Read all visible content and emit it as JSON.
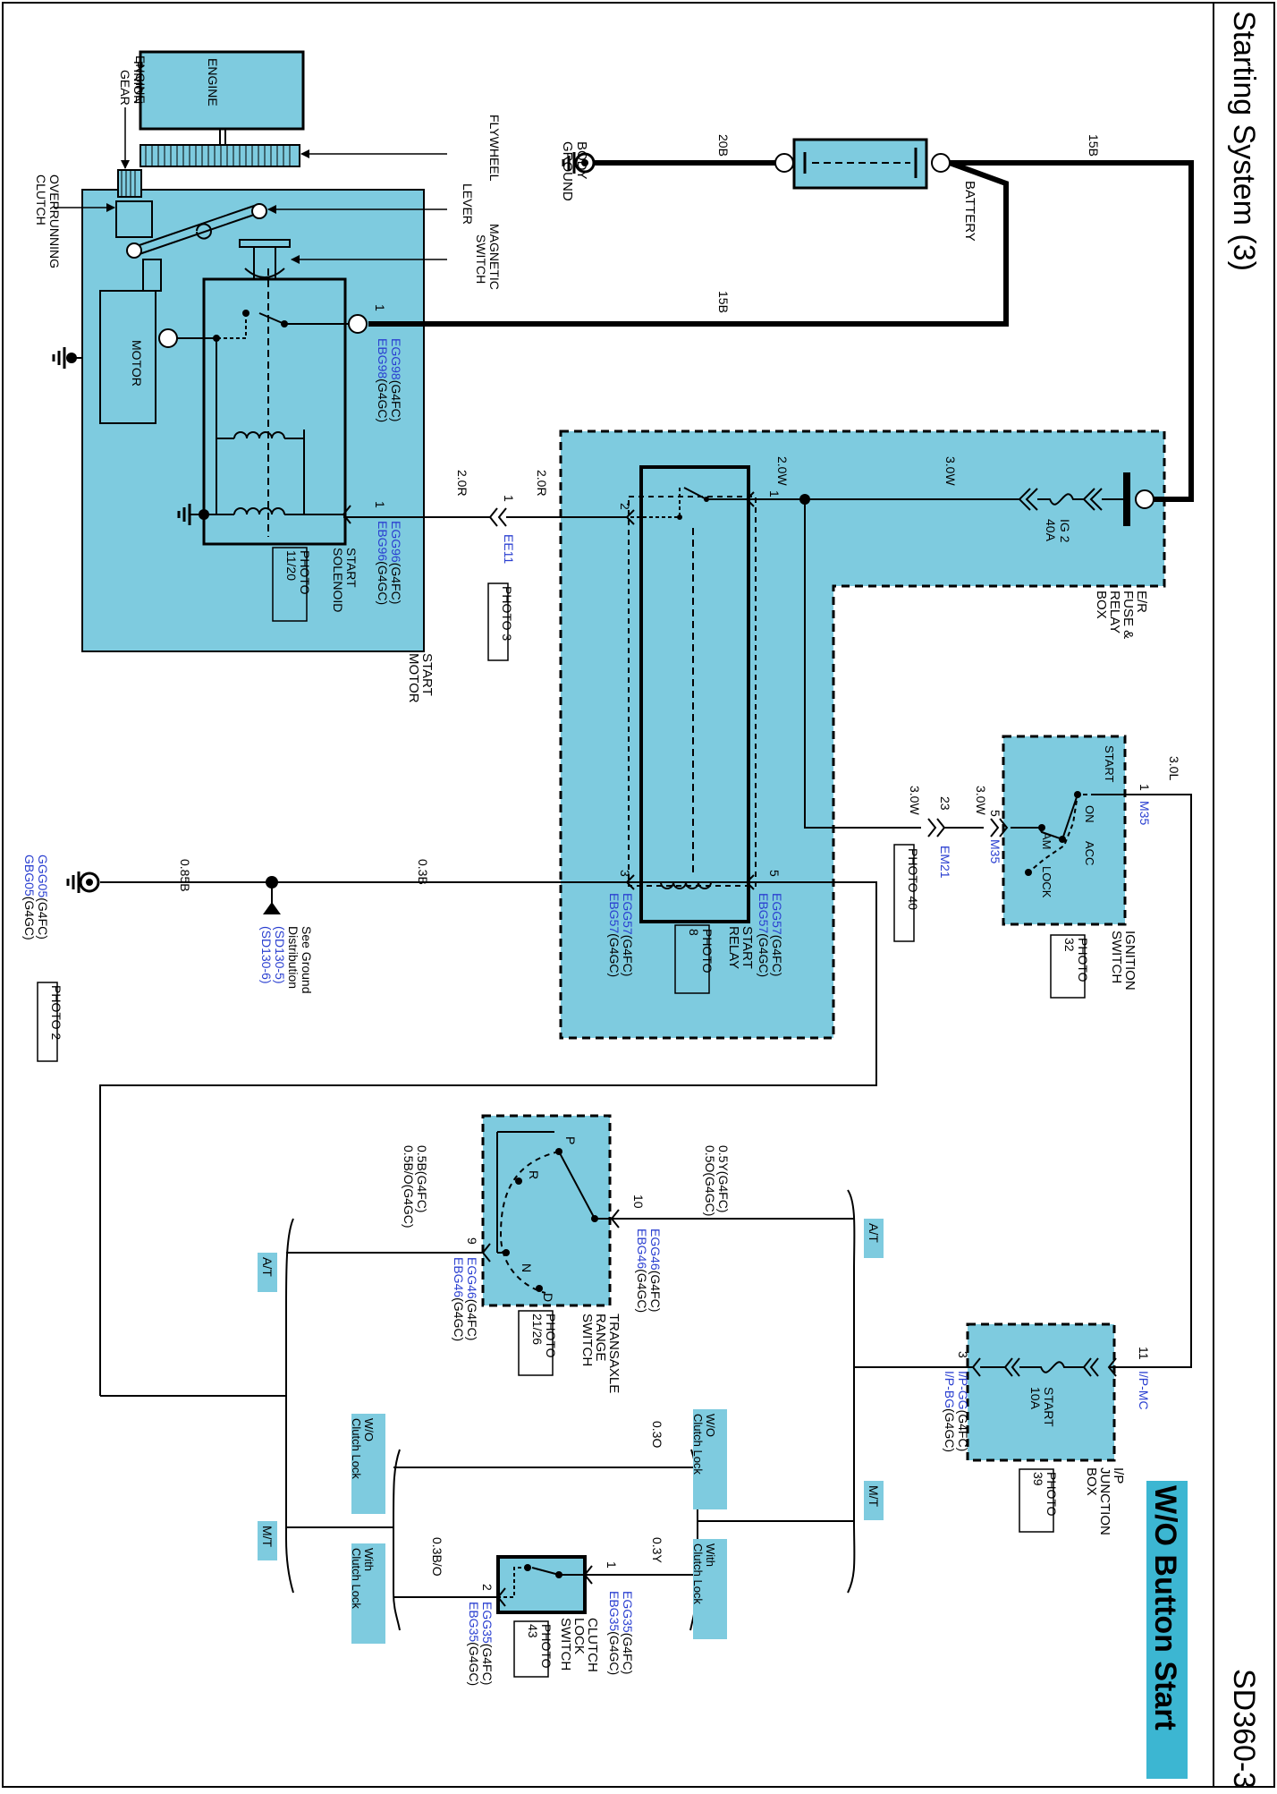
{
  "header": {
    "title": "Starting System (3)",
    "page_code": "SD360-3"
  },
  "variant_banner": "W/O Button Start",
  "colors": {
    "component_fill": "#7ecbdf",
    "banner_fill": "#3cb6d2",
    "code_blue": "#2a3fd0",
    "wire": "#000000"
  },
  "battery": {
    "label": "BATTERY",
    "ground_label_1": "BODY",
    "ground_label_2": "GROUND",
    "wire_to_ground": "20B",
    "wire_to_fuse": "15B",
    "wire_to_motor": "15B"
  },
  "fuse_relay_box": {
    "label_1": "E/R",
    "label_2": "FUSE &",
    "label_3": "RELAY",
    "label_4": "BOX",
    "fuse_name": "IG 2",
    "fuse_rating": "40A",
    "wire_fuse_to_relay": "3.0W",
    "wire_relay_to_switch": "2.0W"
  },
  "start_relay": {
    "label_1": "START",
    "label_2": "RELAY",
    "photo_1": "PHOTO",
    "photo_2": "8",
    "pin1": "1",
    "pin2": "2",
    "pin3": "3",
    "pin5": "5",
    "conn_top_1": "EGG57",
    "conn_top_1_suffix": "(G4FC)",
    "conn_top_2": "EBG57",
    "conn_top_2_suffix": "(G4GC)",
    "conn_bot_1": "EGG57",
    "conn_bot_1_suffix": "(G4FC)",
    "conn_bot_2": "EBG57",
    "conn_bot_2_suffix": "(G4GC)"
  },
  "ignition_switch": {
    "label_1": "IGNITION",
    "label_2": "SWITCH",
    "photo_1": "PHOTO",
    "photo_2": "32",
    "pos_start": "START",
    "pos_on": "ON",
    "pos_acc": "ACC",
    "pos_am": "AM",
    "pos_lock": "LOCK",
    "pin_top": "1",
    "pin_bot": "5",
    "conn_top": "M35",
    "conn_bot": "M35",
    "wire_top": "3.0L",
    "wire_bot": "3.0W"
  },
  "em21": {
    "pin": "23",
    "code": "EM21",
    "wire": "3.0W",
    "photo": "PHOTO 40"
  },
  "ee11": {
    "pin": "1",
    "code": "EE11",
    "wire_left": "2.0R",
    "wire_right": "2.0R",
    "photo": "PHOTO 3"
  },
  "start_motor": {
    "label_1": "START",
    "label_2": "MOTOR",
    "solenoid_1": "START",
    "solenoid_2": "SOLENOID",
    "photo_1": "PHOTO",
    "photo_2": "11/20",
    "motor_label": "MOTOR",
    "engine_label": "ENGINE",
    "pinion_1": "PINION",
    "pinion_2": "GEAR",
    "clutch_1": "OVERRUNNING",
    "clutch_2": "CLUTCH",
    "flywheel": "FLYWHEEL",
    "lever": "LEVER",
    "magnetic_1": "MAGNETIC",
    "magnetic_2": "SWITCH",
    "pin_b": "1",
    "pin_s": "1",
    "conn_b_1": "EGG98",
    "conn_b_1_suffix": "(G4FC)",
    "conn_b_2": "EBG98",
    "conn_b_2_suffix": "(G4GC)",
    "conn_s_1": "EGG96",
    "conn_s_1_suffix": "(G4FC)",
    "conn_s_2": "EBG96",
    "conn_s_2_suffix": "(G4GC)"
  },
  "ground": {
    "wire_1": "0.3B",
    "wire_2": "0.85B",
    "see_1": "See Ground",
    "see_2": "Distribution",
    "ref_1": "(SD130-5)",
    "ref_2": "(SD130-6)",
    "code_1": "GGG05",
    "code_1_suffix": "(G4FC)",
    "code_2": "GBG05",
    "code_2_suffix": "(G4GC)",
    "photo": "PHOTO 2"
  },
  "ip_junction_box": {
    "label_1": "I/P",
    "label_2": "JUNCTION",
    "label_3": "BOX",
    "photo_1": "PHOTO",
    "photo_2": "39",
    "fuse_name": "START",
    "fuse_rating": "10A",
    "pin_in": "11",
    "pin_out": "3",
    "conn_in": "I/P-MC",
    "conn_out_1": "I/P-GG",
    "conn_out_1_suffix": "(G4FC)",
    "conn_out_2": "I/P-BG",
    "conn_out_2_suffix": "(G4GC)"
  },
  "transaxle_switch": {
    "label_1": "TRANSAXLE",
    "label_2": "RANGE",
    "label_3": "SWITCH",
    "photo_1": "PHOTO",
    "photo_2": "21/26",
    "pos_p": "P",
    "pos_r": "R",
    "pos_n": "N",
    "pos_d": "D",
    "pin_in": "10",
    "pin_out": "9",
    "wire_in_1": "0.5Y(G4FC)",
    "wire_in_2": "0.5O(G4GC)",
    "wire_out_1": "0.5B(G4FC)",
    "wire_out_2": "0.5B/O(G4GC)",
    "conn_in_1": "EGG46",
    "conn_in_1_suffix": "(G4FC)",
    "conn_in_2": "EBG46",
    "conn_in_2_suffix": "(G4GC)",
    "conn_out_1": "EGG46",
    "conn_out_1_suffix": "(G4FC)",
    "conn_out_2": "EBG46",
    "conn_out_2_suffix": "(G4GC)"
  },
  "clutch_switch": {
    "label_1": "CLUTCH",
    "label_2": "LOCK",
    "label_3": "SWITCH",
    "photo_1": "PHOTO",
    "photo_2": "43",
    "pin_in": "1",
    "pin_out": "2",
    "wire_in": "0.3Y",
    "wire_out": "0.3B/O",
    "wire_bypass": "0.3O",
    "conn_in_1": "EGG35",
    "conn_in_1_suffix": "(G4FC)",
    "conn_in_2": "EBG35",
    "conn_in_2_suffix": "(G4GC)",
    "conn_out_1": "EGG35",
    "conn_out_1_suffix": "(G4FC)",
    "conn_out_2": "EBG35",
    "conn_out_2_suffix": "(G4GC)"
  },
  "option_tags": {
    "at": "A/T",
    "mt": "M/T",
    "wo_1": "W/O",
    "wo_2": "Clutch Lock",
    "with_1": "With",
    "with_2": "Clutch Lock"
  }
}
